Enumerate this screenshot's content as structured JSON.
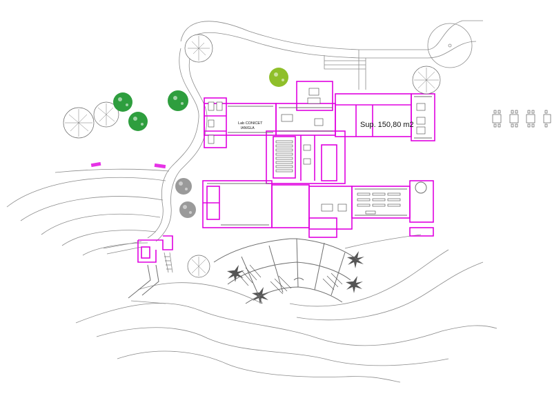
{
  "labels": {
    "lab_name": "Lab CONICET",
    "lab_sub": "IANIGLA",
    "area": "Sup. 150,80 m2"
  },
  "colors": {
    "walls": "#e000e0",
    "site_lines": "#8a8a8a",
    "tree_green": "#2e9e3e",
    "tree_olive": "#8fbf2a",
    "tree_gray": "#9a9a9a"
  },
  "icons": [
    "tree-icon",
    "palm-tree-icon",
    "table-set-icon",
    "stair-icon",
    "toilet-icon"
  ]
}
